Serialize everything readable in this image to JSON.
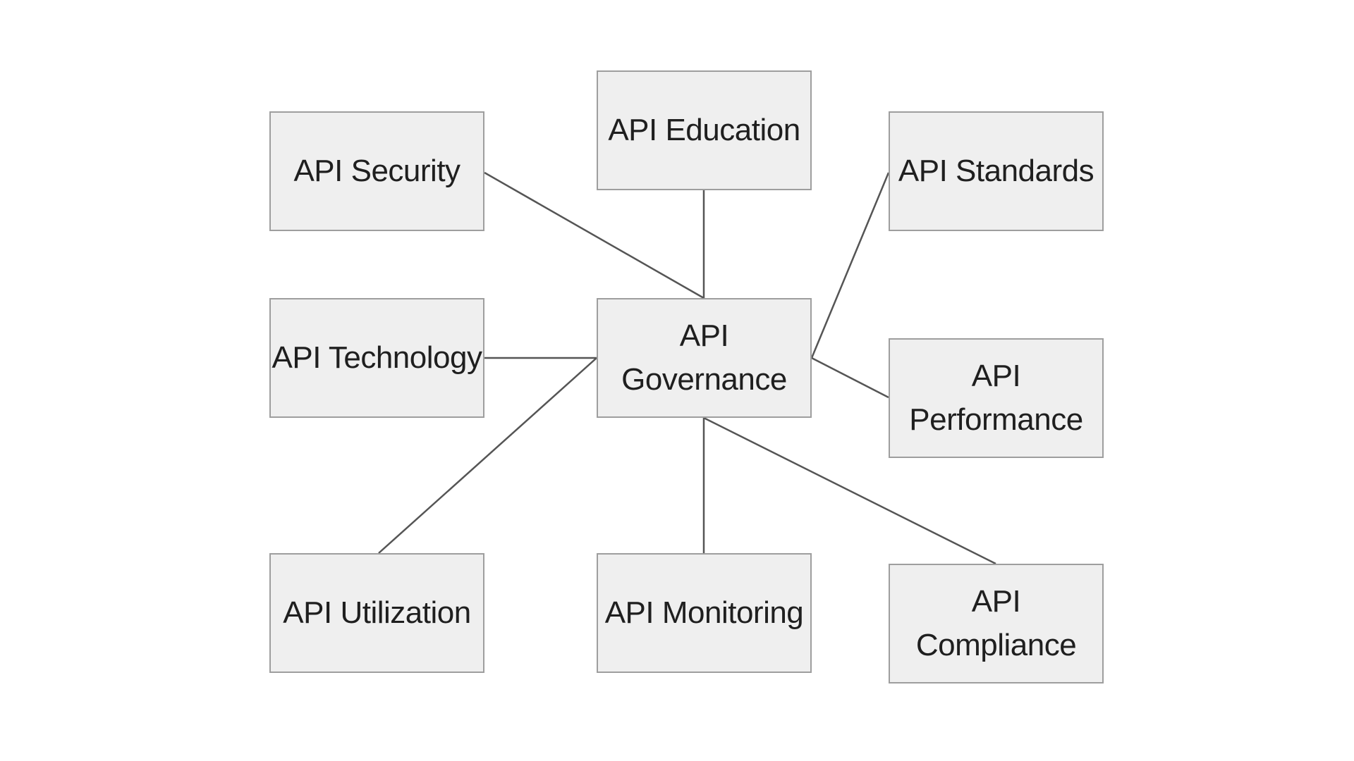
{
  "diagram": {
    "center": {
      "id": "governance",
      "lines": [
        "API",
        "Governance"
      ]
    },
    "nodes": [
      {
        "id": "security",
        "lines": [
          "API Security"
        ]
      },
      {
        "id": "education",
        "lines": [
          "API Education"
        ]
      },
      {
        "id": "standards",
        "lines": [
          "API Standards"
        ]
      },
      {
        "id": "technology",
        "lines": [
          "API Technology"
        ]
      },
      {
        "id": "performance",
        "lines": [
          "API",
          "Performance"
        ]
      },
      {
        "id": "utilization",
        "lines": [
          "API Utilization"
        ]
      },
      {
        "id": "monitoring",
        "lines": [
          "API Monitoring"
        ]
      },
      {
        "id": "compliance",
        "lines": [
          "API",
          "Compliance"
        ]
      }
    ],
    "edges": [
      {
        "from": "governance",
        "to": "security"
      },
      {
        "from": "governance",
        "to": "education"
      },
      {
        "from": "governance",
        "to": "standards"
      },
      {
        "from": "governance",
        "to": "technology"
      },
      {
        "from": "governance",
        "to": "performance"
      },
      {
        "from": "governance",
        "to": "utilization"
      },
      {
        "from": "governance",
        "to": "monitoring"
      },
      {
        "from": "governance",
        "to": "compliance"
      }
    ],
    "colors": {
      "box_fill": "#efefef",
      "box_border": "#9e9e9e",
      "connector": "#555555",
      "text": "#1f1f1f",
      "background": "#ffffff"
    }
  }
}
